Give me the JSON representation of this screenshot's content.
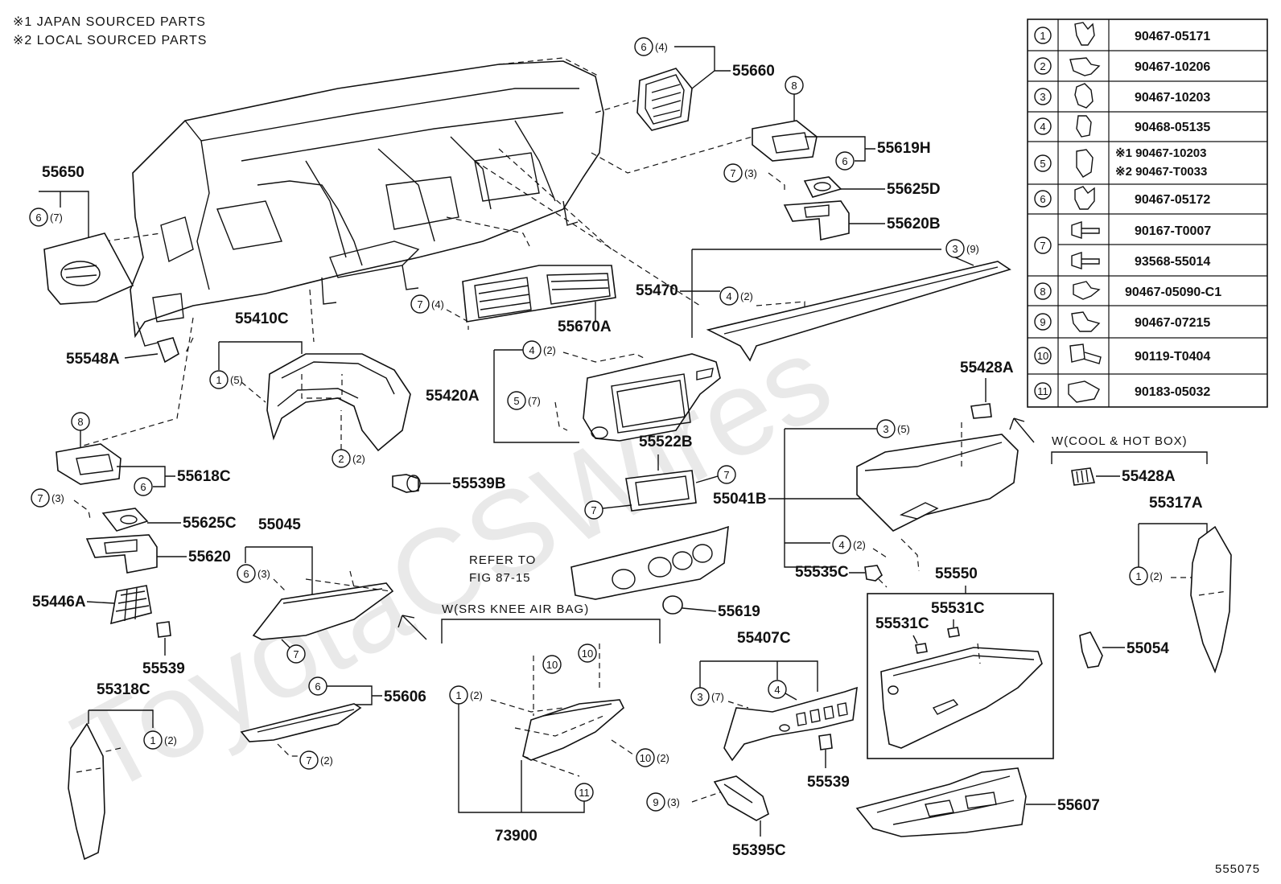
{
  "notes": [
    "※1  JAPAN SOURCED PARTS",
    "※2  LOCAL SOURCED PARTS"
  ],
  "watermark": "ToyotaCSWires",
  "figure_id": "555075",
  "captions": {
    "cool_hot_box": "W(COOL & HOT BOX)",
    "srs_knee": "W(SRS KNEE AIR BAG)",
    "refer_to": "REFER TO",
    "fig_ref": "FIG 87-15"
  },
  "fastener_table": [
    {
      "no": "1",
      "icon": "clip-icon",
      "parts": [
        "90467-05171"
      ]
    },
    {
      "no": "2",
      "icon": "clip-icon",
      "parts": [
        "90467-10206"
      ]
    },
    {
      "no": "3",
      "icon": "clip-icon",
      "parts": [
        "90467-10203"
      ]
    },
    {
      "no": "4",
      "icon": "clip-icon",
      "parts": [
        "90468-05135"
      ]
    },
    {
      "no": "5",
      "icon": "clip-icon",
      "parts": [
        "※1 90467-10203",
        "※2 90467-T0033"
      ]
    },
    {
      "no": "6",
      "icon": "clip-icon",
      "parts": [
        "90467-05172"
      ]
    },
    {
      "no": "7",
      "icon": "screw-icon",
      "parts": [
        "90167-T0007",
        "93568-55014"
      ]
    },
    {
      "no": "8",
      "icon": "clip-icon",
      "parts": [
        "90467-05090-C1"
      ]
    },
    {
      "no": "9",
      "icon": "clip-icon",
      "parts": [
        "90467-07215"
      ]
    },
    {
      "no": "10",
      "icon": "bolt-icon",
      "parts": [
        "90119-T0404"
      ]
    },
    {
      "no": "11",
      "icon": "nut-icon",
      "parts": [
        "90183-05032"
      ]
    }
  ],
  "part_labels": {
    "p55660": "55660",
    "p55619H": "55619H",
    "p55625D": "55625D",
    "p55620B": "55620B",
    "p55650": "55650",
    "p55470": "55470",
    "p55670A": "55670A",
    "p55410C": "55410C",
    "p55548A": "55548A",
    "p55420A": "55420A",
    "p55428A_top": "55428A",
    "p55428A_box": "55428A",
    "p55618C": "55618C",
    "p55539B": "55539B",
    "p55522B": "55522B",
    "p55041B": "55041B",
    "p55625C": "55625C",
    "p55045": "55045",
    "p55317A": "55317A",
    "p55620": "55620",
    "p55535C": "55535C",
    "p55550": "55550",
    "p55446A": "55446A",
    "p55619": "55619",
    "p55531C_a": "55531C",
    "p55531C_b": "55531C",
    "p55407C": "55407C",
    "p55539_a": "55539",
    "p55054": "55054",
    "p55318C": "55318C",
    "p55606": "55606",
    "p55539_b": "55539",
    "p55607": "55607",
    "p73900": "73900",
    "p55395C": "55395C"
  },
  "callouts": [
    {
      "no": "6",
      "qty": "(4)"
    },
    {
      "no": "8",
      "qty": ""
    },
    {
      "no": "6",
      "qty": ""
    },
    {
      "no": "7",
      "qty": "(3)"
    },
    {
      "no": "6",
      "qty": "(7)"
    },
    {
      "no": "3",
      "qty": "(9)"
    },
    {
      "no": "4",
      "qty": "(2)"
    },
    {
      "no": "7",
      "qty": "(4)"
    },
    {
      "no": "1",
      "qty": "(5)"
    },
    {
      "no": "4",
      "qty": "(2)"
    },
    {
      "no": "5",
      "qty": "(7)"
    },
    {
      "no": "2",
      "qty": "(2)"
    },
    {
      "no": "8",
      "qty": ""
    },
    {
      "no": "6",
      "qty": ""
    },
    {
      "no": "7",
      "qty": "(3)"
    },
    {
      "no": "7",
      "qty": ""
    },
    {
      "no": "7",
      "qty": ""
    },
    {
      "no": "3",
      "qty": "(5)"
    },
    {
      "no": "6",
      "qty": "(3)"
    },
    {
      "no": "4",
      "qty": "(2)"
    },
    {
      "no": "1",
      "qty": "(2)"
    },
    {
      "no": "7",
      "qty": ""
    },
    {
      "no": "10",
      "qty": ""
    },
    {
      "no": "10",
      "qty": ""
    },
    {
      "no": "3",
      "qty": "(7)"
    },
    {
      "no": "4",
      "qty": ""
    },
    {
      "no": "1",
      "qty": "(2)"
    },
    {
      "no": "6",
      "qty": ""
    },
    {
      "no": "1",
      "qty": "(2)"
    },
    {
      "no": "10",
      "qty": "(2)"
    },
    {
      "no": "7",
      "qty": "(2)"
    },
    {
      "no": "11",
      "qty": ""
    },
    {
      "no": "9",
      "qty": "(3)"
    }
  ]
}
